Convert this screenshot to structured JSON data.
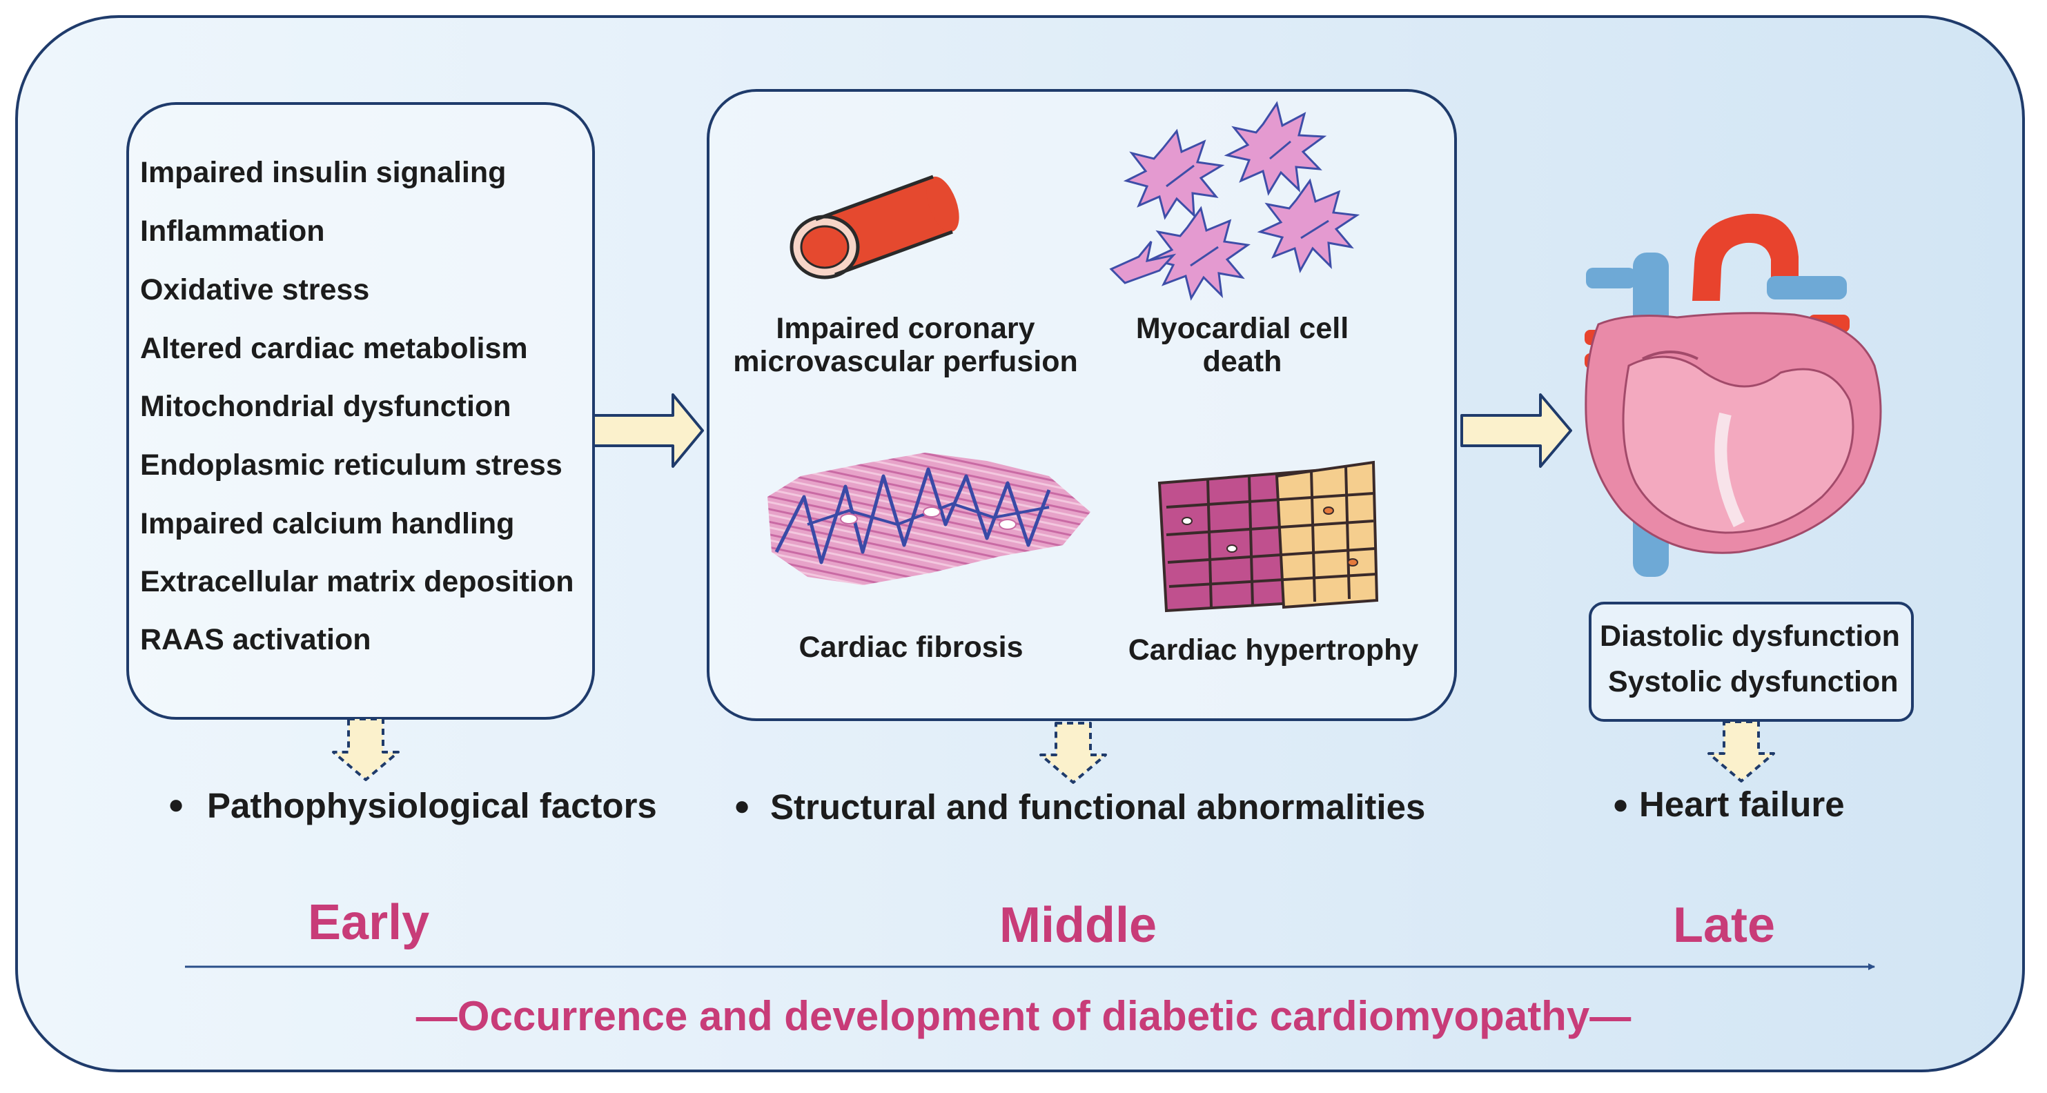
{
  "factors": {
    "items": [
      "Impaired insulin signaling",
      "Inflammation",
      "Oxidative stress",
      "Altered cardiac metabolism",
      "Mitochondrial dysfunction",
      "Endoplasmic reticulum stress",
      "Impaired calcium handling",
      "Extracellular matrix deposition",
      "RAAS activation"
    ]
  },
  "abnormalities": {
    "microvascular_line1": "Impaired coronary",
    "microvascular_line2": "microvascular perfusion",
    "cell_death_line1": "Myocardial cell",
    "cell_death_line2": "death",
    "fibrosis": "Cardiac fibrosis",
    "hypertrophy": "Cardiac hypertrophy"
  },
  "heart": {
    "diastolic": "Diastolic dysfunction",
    "systolic": "Systolic dysfunction"
  },
  "stages": {
    "factors_label": "Pathophysiological factors",
    "abnormalities_label": "Structural and functional abnormalities",
    "heart_failure_label": "Heart failure"
  },
  "timeline": {
    "early": "Early",
    "middle": "Middle",
    "late": "Late",
    "footer": "—Occurrence and development of diabetic cardiomyopathy—"
  },
  "colors": {
    "accent_text": "#c83c78",
    "border": "#1f3b6b",
    "arrow_fill": "#fbf1cc",
    "timeline_axis": "#2b4f8a"
  }
}
